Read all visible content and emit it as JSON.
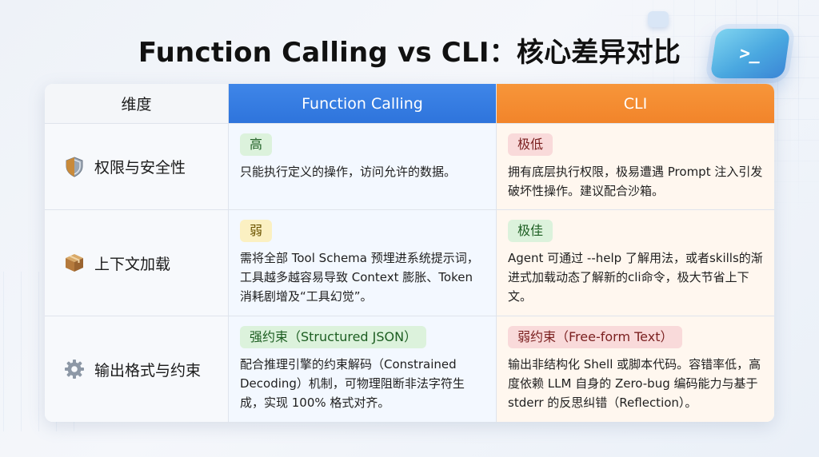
{
  "title": "Function Calling vs CLI：核心差异对比",
  "decor": {
    "terminal_glyph": ">_"
  },
  "headers": {
    "dimension": "维度",
    "function_calling": "Function Calling",
    "cli": "CLI"
  },
  "rows": [
    {
      "dimension": "权限与安全性",
      "icon": "shield-icon",
      "function_calling": {
        "tag": "高",
        "tag_color": "green",
        "text": "只能执行定义的操作，访问允许的数据。"
      },
      "cli": {
        "tag": "极低",
        "tag_color": "red",
        "text": "拥有底层执行权限，极易遭遇 Prompt 注入引发破坏性操作。建议配合沙箱。"
      }
    },
    {
      "dimension": "上下文加载",
      "icon": "package-box-icon",
      "function_calling": {
        "tag": "弱",
        "tag_color": "yellow",
        "text": "需将全部 Tool Schema 预埋进系统提示词，工具越多越容易导致 Context 膨胀、Token 消耗剧增及“工具幻觉”。"
      },
      "cli": {
        "tag": "极佳",
        "tag_color": "green",
        "text": "Agent 可通过 --help 了解用法，或者skills的渐进式加载动态了解新的cli命令，极大节省上下文。"
      }
    },
    {
      "dimension": "输出格式与约束",
      "icon": "gear-icon",
      "function_calling": {
        "tag": "强约束（Structured JSON）",
        "tag_color": "green",
        "text": "配合推理引擎的约束解码（Constrained Decoding）机制，可物理阻断非法字符生成，实现 100% 格式对齐。"
      },
      "cli": {
        "tag": "弱约束（Free-form Text）",
        "tag_color": "red",
        "text": "输出非结构化 Shell 或脚本代码。容错率低，高度依赖 LLM 自身的 Zero-bug 编码能力与基于 stderr 的反思纠错（Reflection）。"
      }
    }
  ]
}
